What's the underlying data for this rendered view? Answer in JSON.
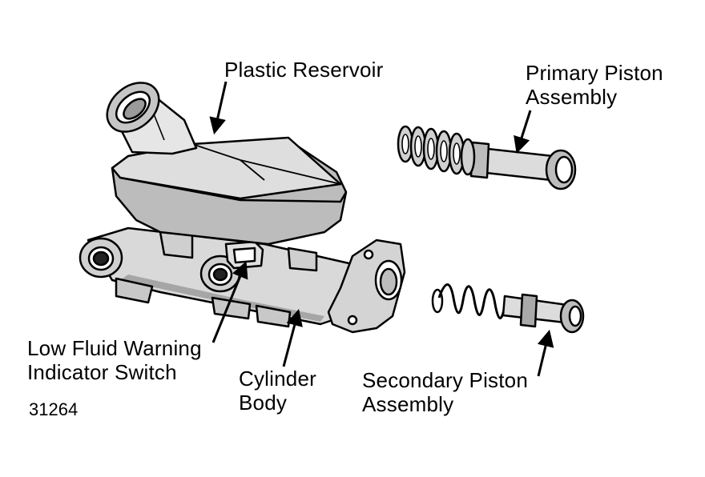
{
  "labels": {
    "plastic_reservoir": "Plastic Reservoir",
    "primary_piston_line1": "Primary Piston",
    "primary_piston_line2": "Assembly",
    "low_fluid_line1": "Low Fluid Warning",
    "low_fluid_line2": "Indicator Switch",
    "cylinder_body_line1": "Cylinder",
    "cylinder_body_line2": "Body",
    "secondary_piston_line1": "Secondary Piston",
    "secondary_piston_line2": "Assembly"
  },
  "figure_number": "31264"
}
